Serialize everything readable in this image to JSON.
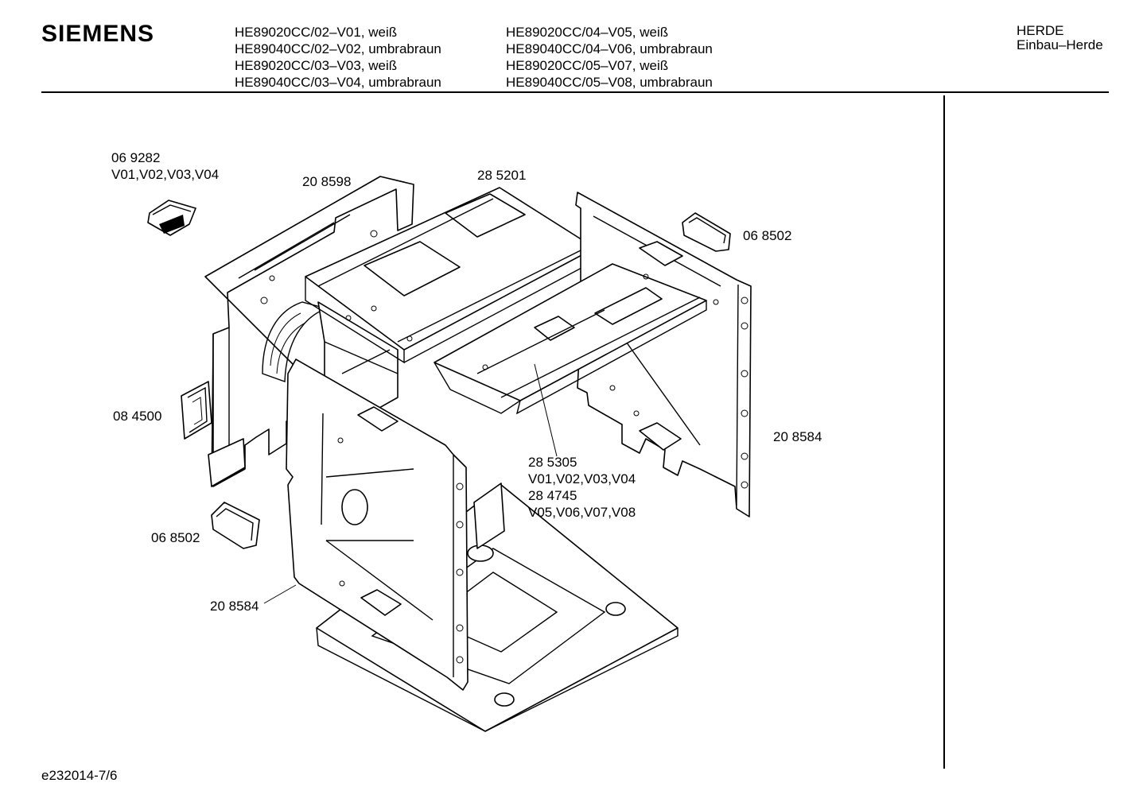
{
  "header": {
    "brand": "SIEMENS",
    "models_col1": [
      "HE89020CC/02–V01, weiß",
      "HE89040CC/02–V02, umbrabraun",
      "HE89020CC/03–V03, weiß",
      "HE89040CC/03–V04, umbrabraun"
    ],
    "models_col2": [
      "HE89020CC/04–V05, weiß",
      "HE89040CC/04–V06, umbrabraun",
      "HE89020CC/05–V07, weiß",
      "HE89040CC/05–V08, umbrabraun"
    ],
    "category": "HERDE",
    "subcategory": "Einbau–Herde"
  },
  "parts": {
    "p069282": {
      "number": "06 9282",
      "variants": "V01,V02,V03,V04"
    },
    "p208598": {
      "number": "20 8598"
    },
    "p285201": {
      "number": "28 5201"
    },
    "p068502_top": {
      "number": "06 8502"
    },
    "p084500": {
      "number": "08 4500"
    },
    "p208584_right": {
      "number": "20 8584"
    },
    "p285305": {
      "number": "28 5305",
      "variants": "V01,V02,V03,V04"
    },
    "p284745": {
      "number": "28 4745",
      "variants": "V05,V06,V07,V08"
    },
    "p068502_bottom": {
      "number": "06 8502"
    },
    "p208584_left": {
      "number": "20 8584"
    }
  },
  "footer": {
    "drawing_id": "e232014-7/6"
  },
  "colors": {
    "ink": "#000000",
    "paper": "#ffffff"
  }
}
